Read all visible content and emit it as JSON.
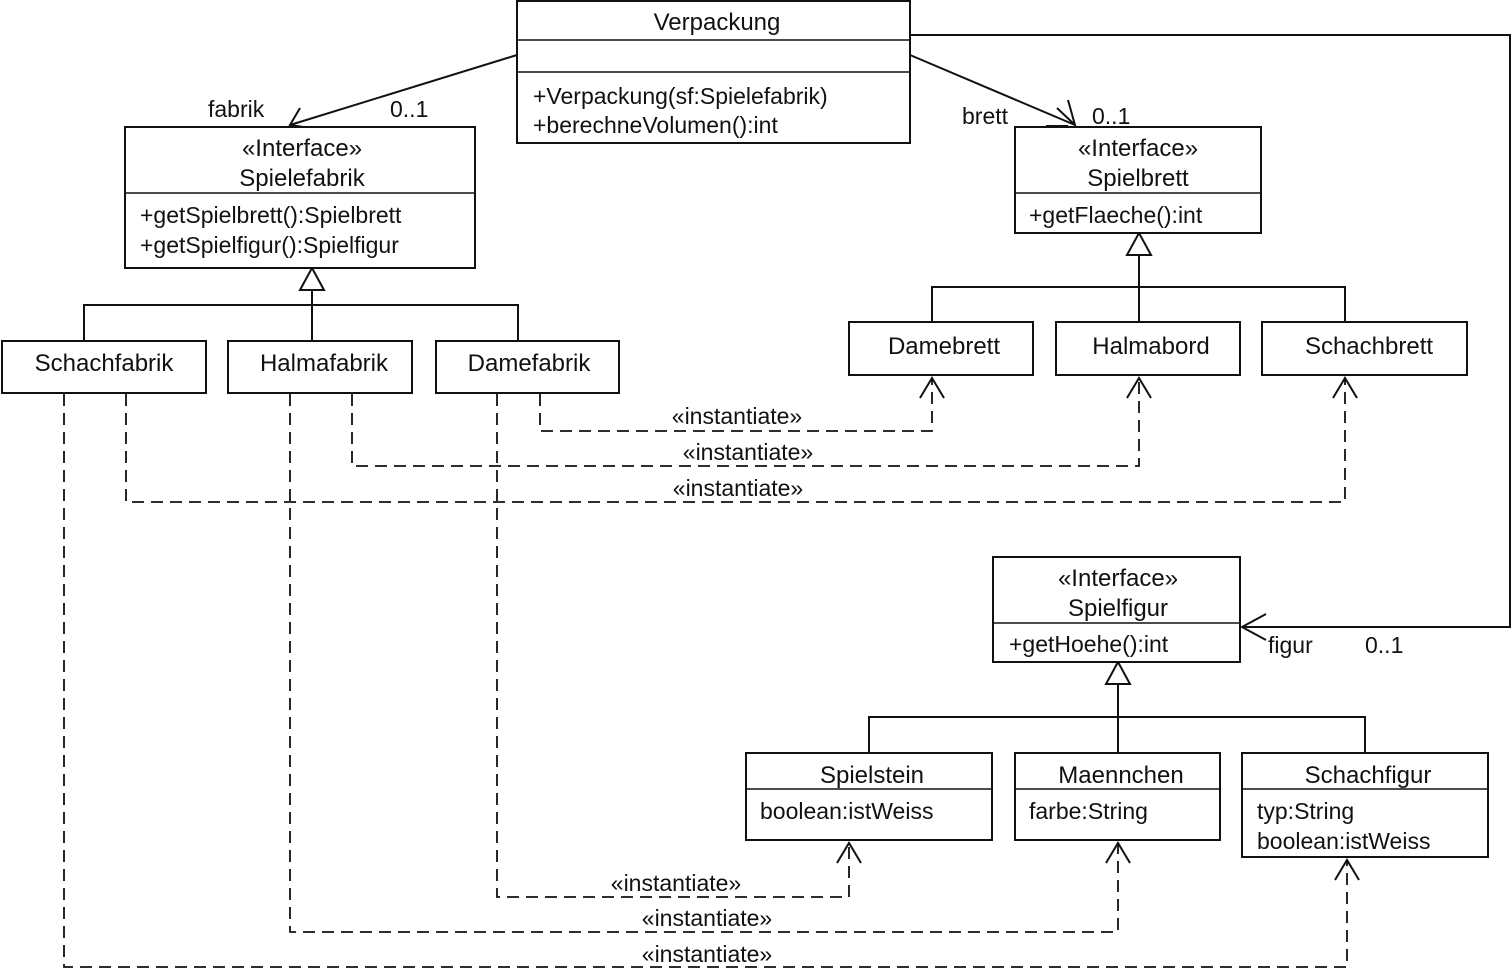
{
  "classes": {
    "verpackung": {
      "name": "Verpackung",
      "methods": [
        "+Verpackung(sf:Spielefabrik)",
        "+berechneVolumen():int"
      ]
    },
    "spielefabrik": {
      "stereotype": "«Interface»",
      "name": "Spielefabrik",
      "methods": [
        "+getSpielbrett():Spielbrett",
        "+getSpielfigur():Spielfigur"
      ]
    },
    "spielbrett": {
      "stereotype": "«Interface»",
      "name": "Spielbrett",
      "methods": [
        "+getFlaeche():int"
      ]
    },
    "spielfigur": {
      "stereotype": "«Interface»",
      "name": "Spielfigur",
      "methods": [
        "+getHoehe():int"
      ]
    },
    "schachfabrik": {
      "name": "Schachfabrik"
    },
    "halmafabrik": {
      "name": "Halmafabrik"
    },
    "damefabrik": {
      "name": "Damefabrik"
    },
    "damebrett": {
      "name": "Damebrett"
    },
    "halmabord": {
      "name": "Halmabord"
    },
    "schachbrett": {
      "name": "Schachbrett"
    },
    "spielstein": {
      "name": "Spielstein",
      "attributes": [
        "boolean:istWeiss"
      ]
    },
    "maennchen": {
      "name": "Maennchen",
      "attributes": [
        "farbe:String"
      ]
    },
    "schachfigur": {
      "name": "Schachfigur",
      "attributes": [
        "typ:String",
        "boolean:istWeiss"
      ]
    }
  },
  "associations": {
    "fabrik": {
      "role": "fabrik",
      "multiplicity": "0..1"
    },
    "brett": {
      "role": "brett",
      "multiplicity": "0..1"
    },
    "figur": {
      "role": "figur",
      "multiplicity": "0..1"
    }
  },
  "stereotype_label": "«instantiate»"
}
